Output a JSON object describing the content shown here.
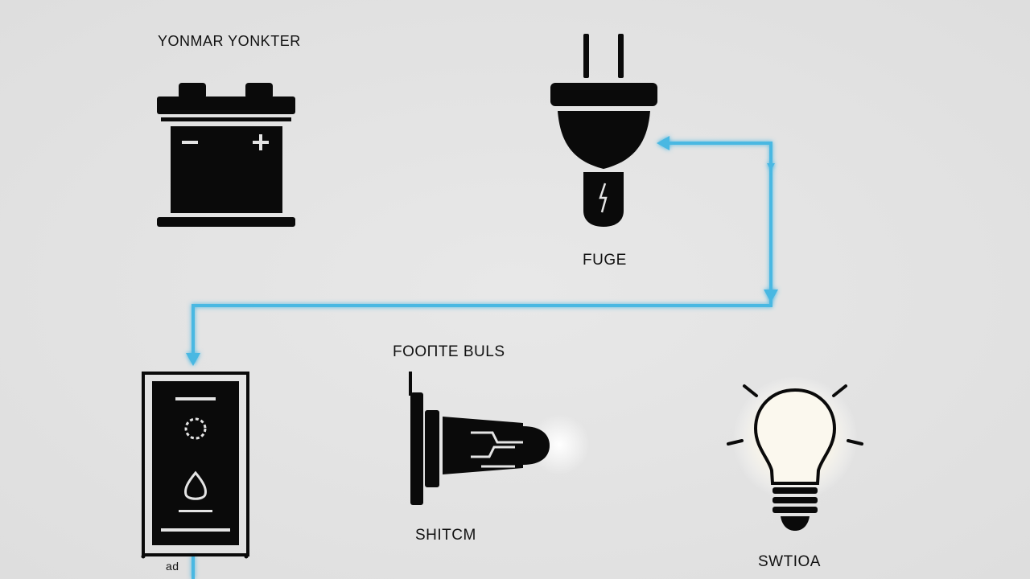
{
  "labels": {
    "top_left": "YONMAR YONKTER",
    "fuse": "FUGE",
    "bulb_title": "FOOПTE BULS",
    "switch": "SHITCM",
    "bulb_right": "SWTIOA",
    "small_bottom": "ad"
  },
  "colors": {
    "background": "#e4e4e4",
    "wire": "#4ab8e2",
    "symbol": "#0a0a0a",
    "bulb_glow": "#fbf8ee"
  },
  "icons": [
    "battery-icon",
    "plug-icon",
    "switch-panel-icon",
    "connector-icon",
    "light-bulb-icon"
  ]
}
